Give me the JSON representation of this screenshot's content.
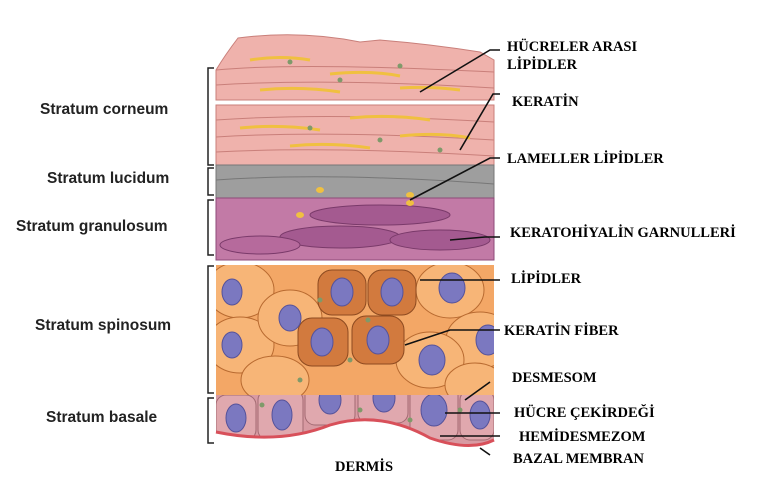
{
  "left_labels": {
    "corneum": "Stratum corneum",
    "lucidum": "Stratum lucidum",
    "granulosum": "Stratum granulosum",
    "spinosum": "Stratum spinosum",
    "basale": "Stratum basale"
  },
  "right_labels": {
    "intercellular_lipids_1": "HÜCRELER ARASI",
    "intercellular_lipids_2": "LİPİDLER",
    "keratin": "KERATİN",
    "lamellar_lipids": "LAMELLER LİPİDLER",
    "keratohyalin": "KERATOHİYALİN GARNULLERİ",
    "lipids": "LİPİDLER",
    "keratin_fiber": "KERATİN FİBER",
    "desmosome": "DESMESOM",
    "nucleus": "HÜCRE ÇEKİRDEĞİ",
    "hemidesmosome": "HEMİDESMEZOM",
    "basal_membrane": "BAZAL MEMBRAN"
  },
  "bottom_label": "DERMİS",
  "colors": {
    "corneum": "#efb2ac",
    "lucidum": "#9e9e9e",
    "granulosum": "#c27aa6",
    "spinosum": "#f3a766",
    "spinosum_dark": "#c96f36",
    "basale": "#d89aa2",
    "nucleus": "#7b78c0",
    "membrane": "#d8505a",
    "lipid": "#f0c040"
  }
}
